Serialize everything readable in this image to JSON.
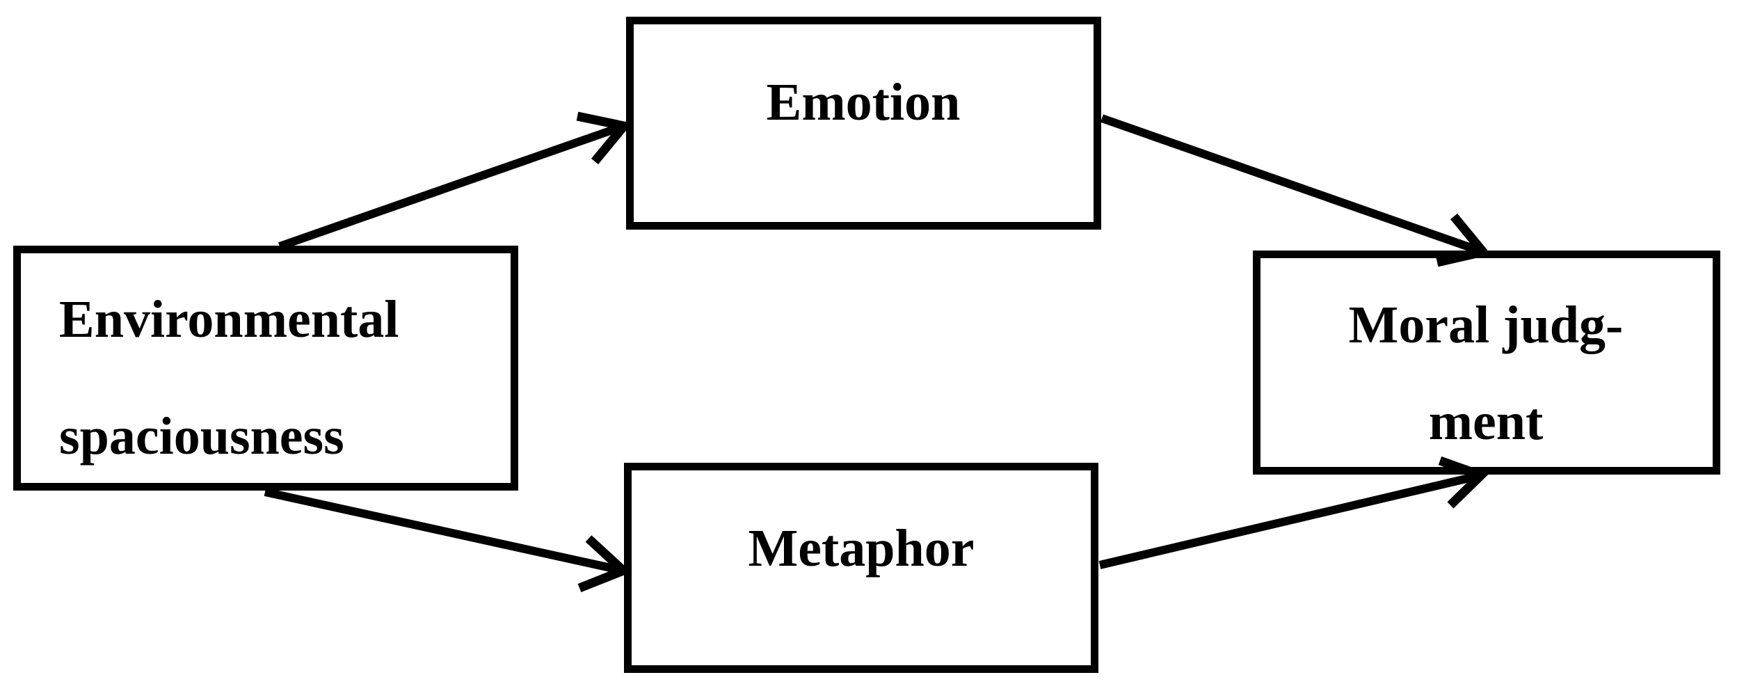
{
  "diagram": {
    "type": "path-model",
    "background_color": "#ffffff",
    "line_color": "#000000",
    "text_color": "#000000",
    "nodes": {
      "environmental_spaciousness": {
        "label": "Environmental spaciousness",
        "line1": "Environmental",
        "line2": "spaciousness"
      },
      "emotion": {
        "label": "Emotion"
      },
      "metaphor": {
        "label": "Metaphor"
      },
      "moral_judgment": {
        "label": "Moral judgment",
        "line1": "Moral judg-",
        "line2": "ment"
      }
    },
    "edges": [
      {
        "from": "Environmental spaciousness",
        "to": "Emotion"
      },
      {
        "from": "Environmental spaciousness",
        "to": "Metaphor"
      },
      {
        "from": "Emotion",
        "to": "Moral judgment"
      },
      {
        "from": "Metaphor",
        "to": "Moral judgment"
      }
    ]
  }
}
